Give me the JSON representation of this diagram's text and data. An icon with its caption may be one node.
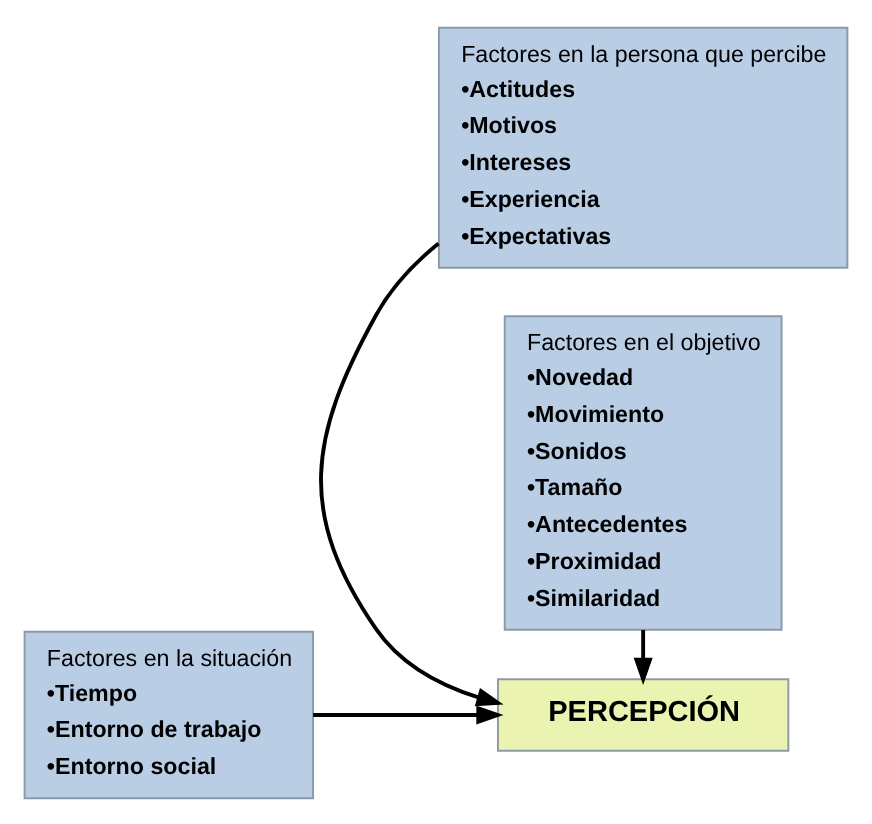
{
  "diagram": {
    "nodes": [
      {
        "text": [
          "Factores en la persona que percibe",
          "•Actitudes",
          "•Motivos",
          "•Intereses",
          "•Experiencia",
          "•Expectativas"
        ]
      },
      {
        "text": [
          "Factores en la situación",
          "•Tiempo",
          "•Entorno de trabajo",
          "•Entorno social"
        ]
      },
      {
        "text": [
          "PERCEPCIÓN"
        ]
      },
      {
        "text": [
          "Factores en el objetivo",
          "•Novedad",
          "•Movimiento",
          "•Sonidos",
          "•Tamaño",
          "•Antecedentes",
          "•Proximidad",
          "•Similaridad"
        ]
      }
    ],
    "edges": [
      {
        "from": 0,
        "to": 2,
        "arrow": "to"
      },
      {
        "from": 1,
        "to": 2,
        "arrow": "to"
      },
      {
        "from": 3,
        "to": 2,
        "arrow": "to"
      }
    ]
  }
}
